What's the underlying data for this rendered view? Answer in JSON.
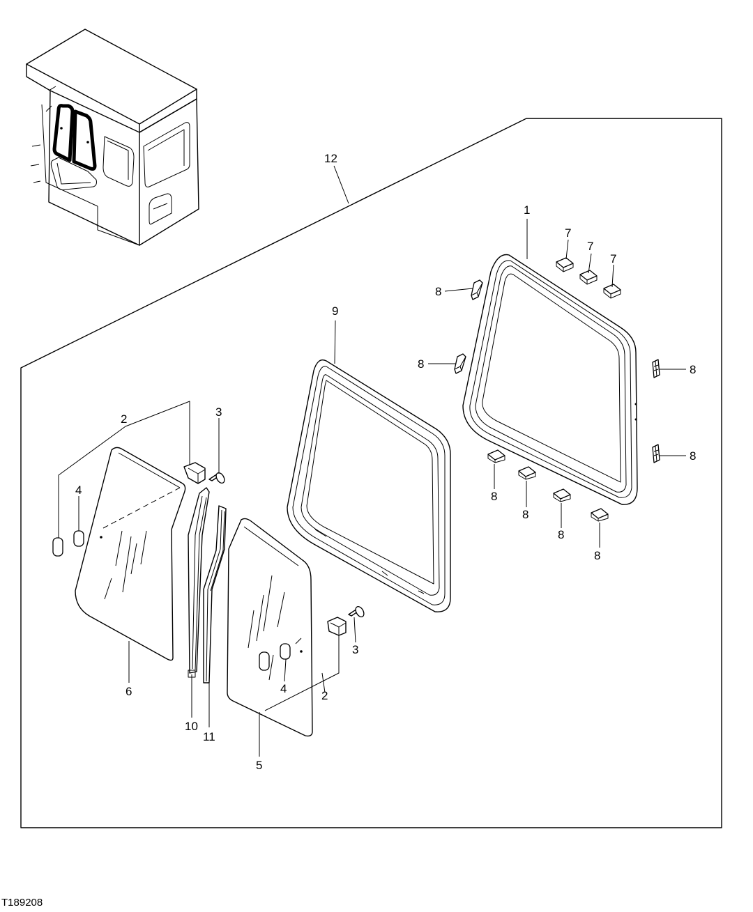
{
  "figure_id": "T189208",
  "callouts": {
    "frame": "1",
    "clip": "2",
    "screw": "3",
    "cap": "4",
    "glass_right": "5",
    "glass_left": "6",
    "block_top": "7",
    "block_side": "8",
    "seal": "9",
    "rail_left": "10",
    "rail_right": "11",
    "assembly": "12"
  }
}
